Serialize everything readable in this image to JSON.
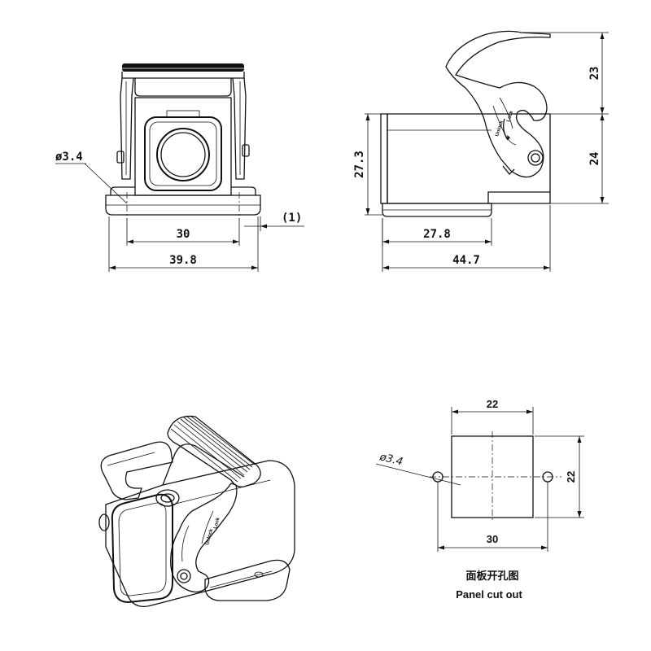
{
  "front_view": {
    "hole_dia": "ø3.4",
    "hole_spacing": "30",
    "overall_width": "39.8",
    "flange_offset": "(1)"
  },
  "side_view": {
    "body_height": "27.3",
    "lever_height": "23",
    "base_height": "24",
    "base_width": "27.8",
    "overall_length": "44.7",
    "lever_text_unlock": "Unlock",
    "lever_text_lock": "Lock"
  },
  "iso_view": {
    "lever_text_unlock": "Unlock",
    "lever_text_lock": "Lock"
  },
  "cutout": {
    "top_width": "22",
    "right_height": "22",
    "hole_spacing": "30",
    "hole_dia": "ø3.4",
    "caption_cn": "面板开孔图",
    "caption_en": "Panel cut out"
  }
}
